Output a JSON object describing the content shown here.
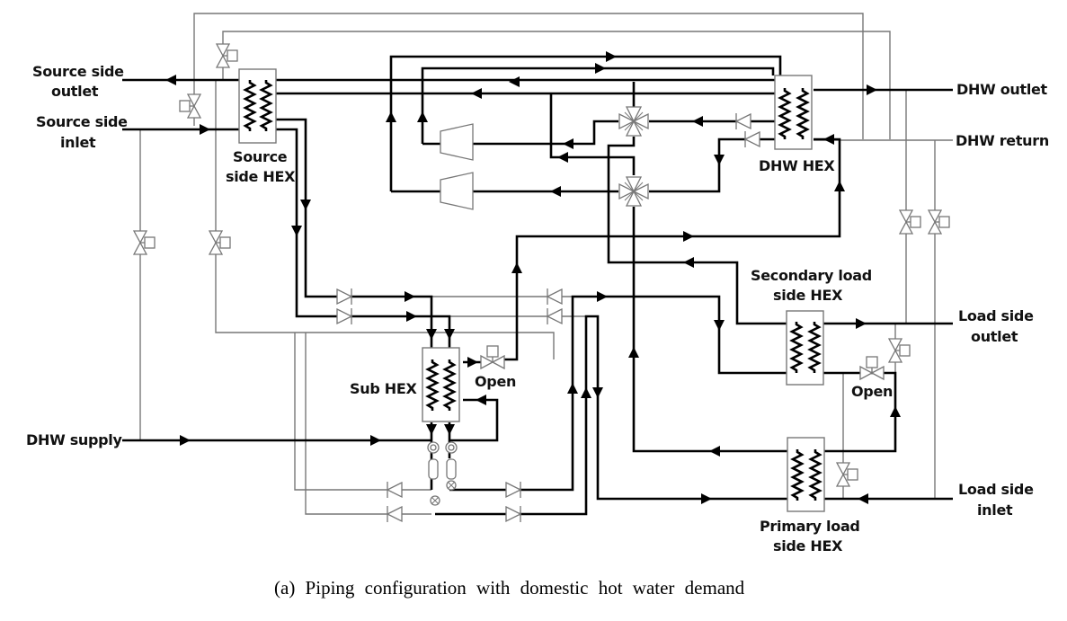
{
  "figure": {
    "caption": "(a) Piping configuration with domestic hot water demand"
  },
  "ports": {
    "source_outlet": [
      "Source side",
      "outlet"
    ],
    "source_inlet": [
      "Source side",
      "inlet"
    ],
    "dhw_supply": "DHW supply",
    "dhw_outlet": "DHW outlet",
    "dhw_return": "DHW return",
    "load_outlet": [
      "Load side",
      "outlet"
    ],
    "load_inlet": [
      "Load side",
      "inlet"
    ]
  },
  "components": {
    "source_hex": [
      "Source",
      "side HEX"
    ],
    "dhw_hex": "DHW HEX",
    "sub_hex": "Sub HEX",
    "secondary_load_hex": [
      "Secondary load",
      "side HEX"
    ],
    "primary_load_hex": [
      "Primary load",
      "side HEX"
    ],
    "sub_valve_state": "Open",
    "load_valve_state": "Open"
  }
}
